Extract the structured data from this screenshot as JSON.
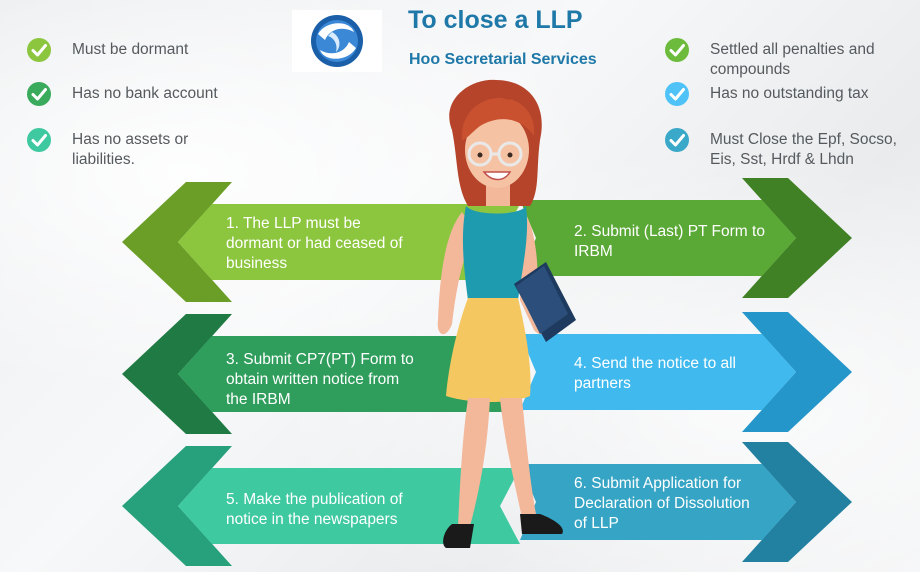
{
  "header": {
    "title": "To close a LLP",
    "subtitle": "Hoo Secretarial Services",
    "logo_icon": "swirl-logo-icon"
  },
  "requirements_left": [
    {
      "text": "Must be dormant",
      "color": "#8cc63f"
    },
    {
      "text": "Has no bank account",
      "color": "#3aaa5c"
    },
    {
      "text": "Has no assets or\nliabilities.",
      "color": "#3ec9a0"
    }
  ],
  "requirements_right": [
    {
      "text": "Settled all penalties and\ncompounds",
      "color": "#6cbb3c"
    },
    {
      "text": "Has no outstanding tax",
      "color": "#4fc3f7"
    },
    {
      "text": "Must Close the Epf, Socso,\nEis, Sst, Hrdf & Lhdn",
      "color": "#3aa8c8"
    }
  ],
  "steps": [
    {
      "text": "1. The LLP must be\ndormant or had ceased of\nbusiness",
      "color": "#8cc63f",
      "color_dark": "#6a9e27"
    },
    {
      "text": "2. Submit (Last) PT Form to\nIRBM",
      "color": "#5aa835",
      "color_dark": "#3f8124"
    },
    {
      "text": "3. Submit CP7(PT) Form to\nobtain written notice from\nthe IRBM",
      "color": "#2f9e5c",
      "color_dark": "#1f7a43"
    },
    {
      "text": "4. Send the notice to all\npartners",
      "color": "#3fb9ee",
      "color_dark": "#2596c9"
    },
    {
      "text": "5. Make the publication of\nnotice in the newspapers",
      "color": "#3ec9a0",
      "color_dark": "#27a07c"
    },
    {
      "text": "6. Submit Application for\nDeclaration of Dissolution\nof LLP",
      "color": "#36a4c4",
      "color_dark": "#2280a0"
    }
  ]
}
